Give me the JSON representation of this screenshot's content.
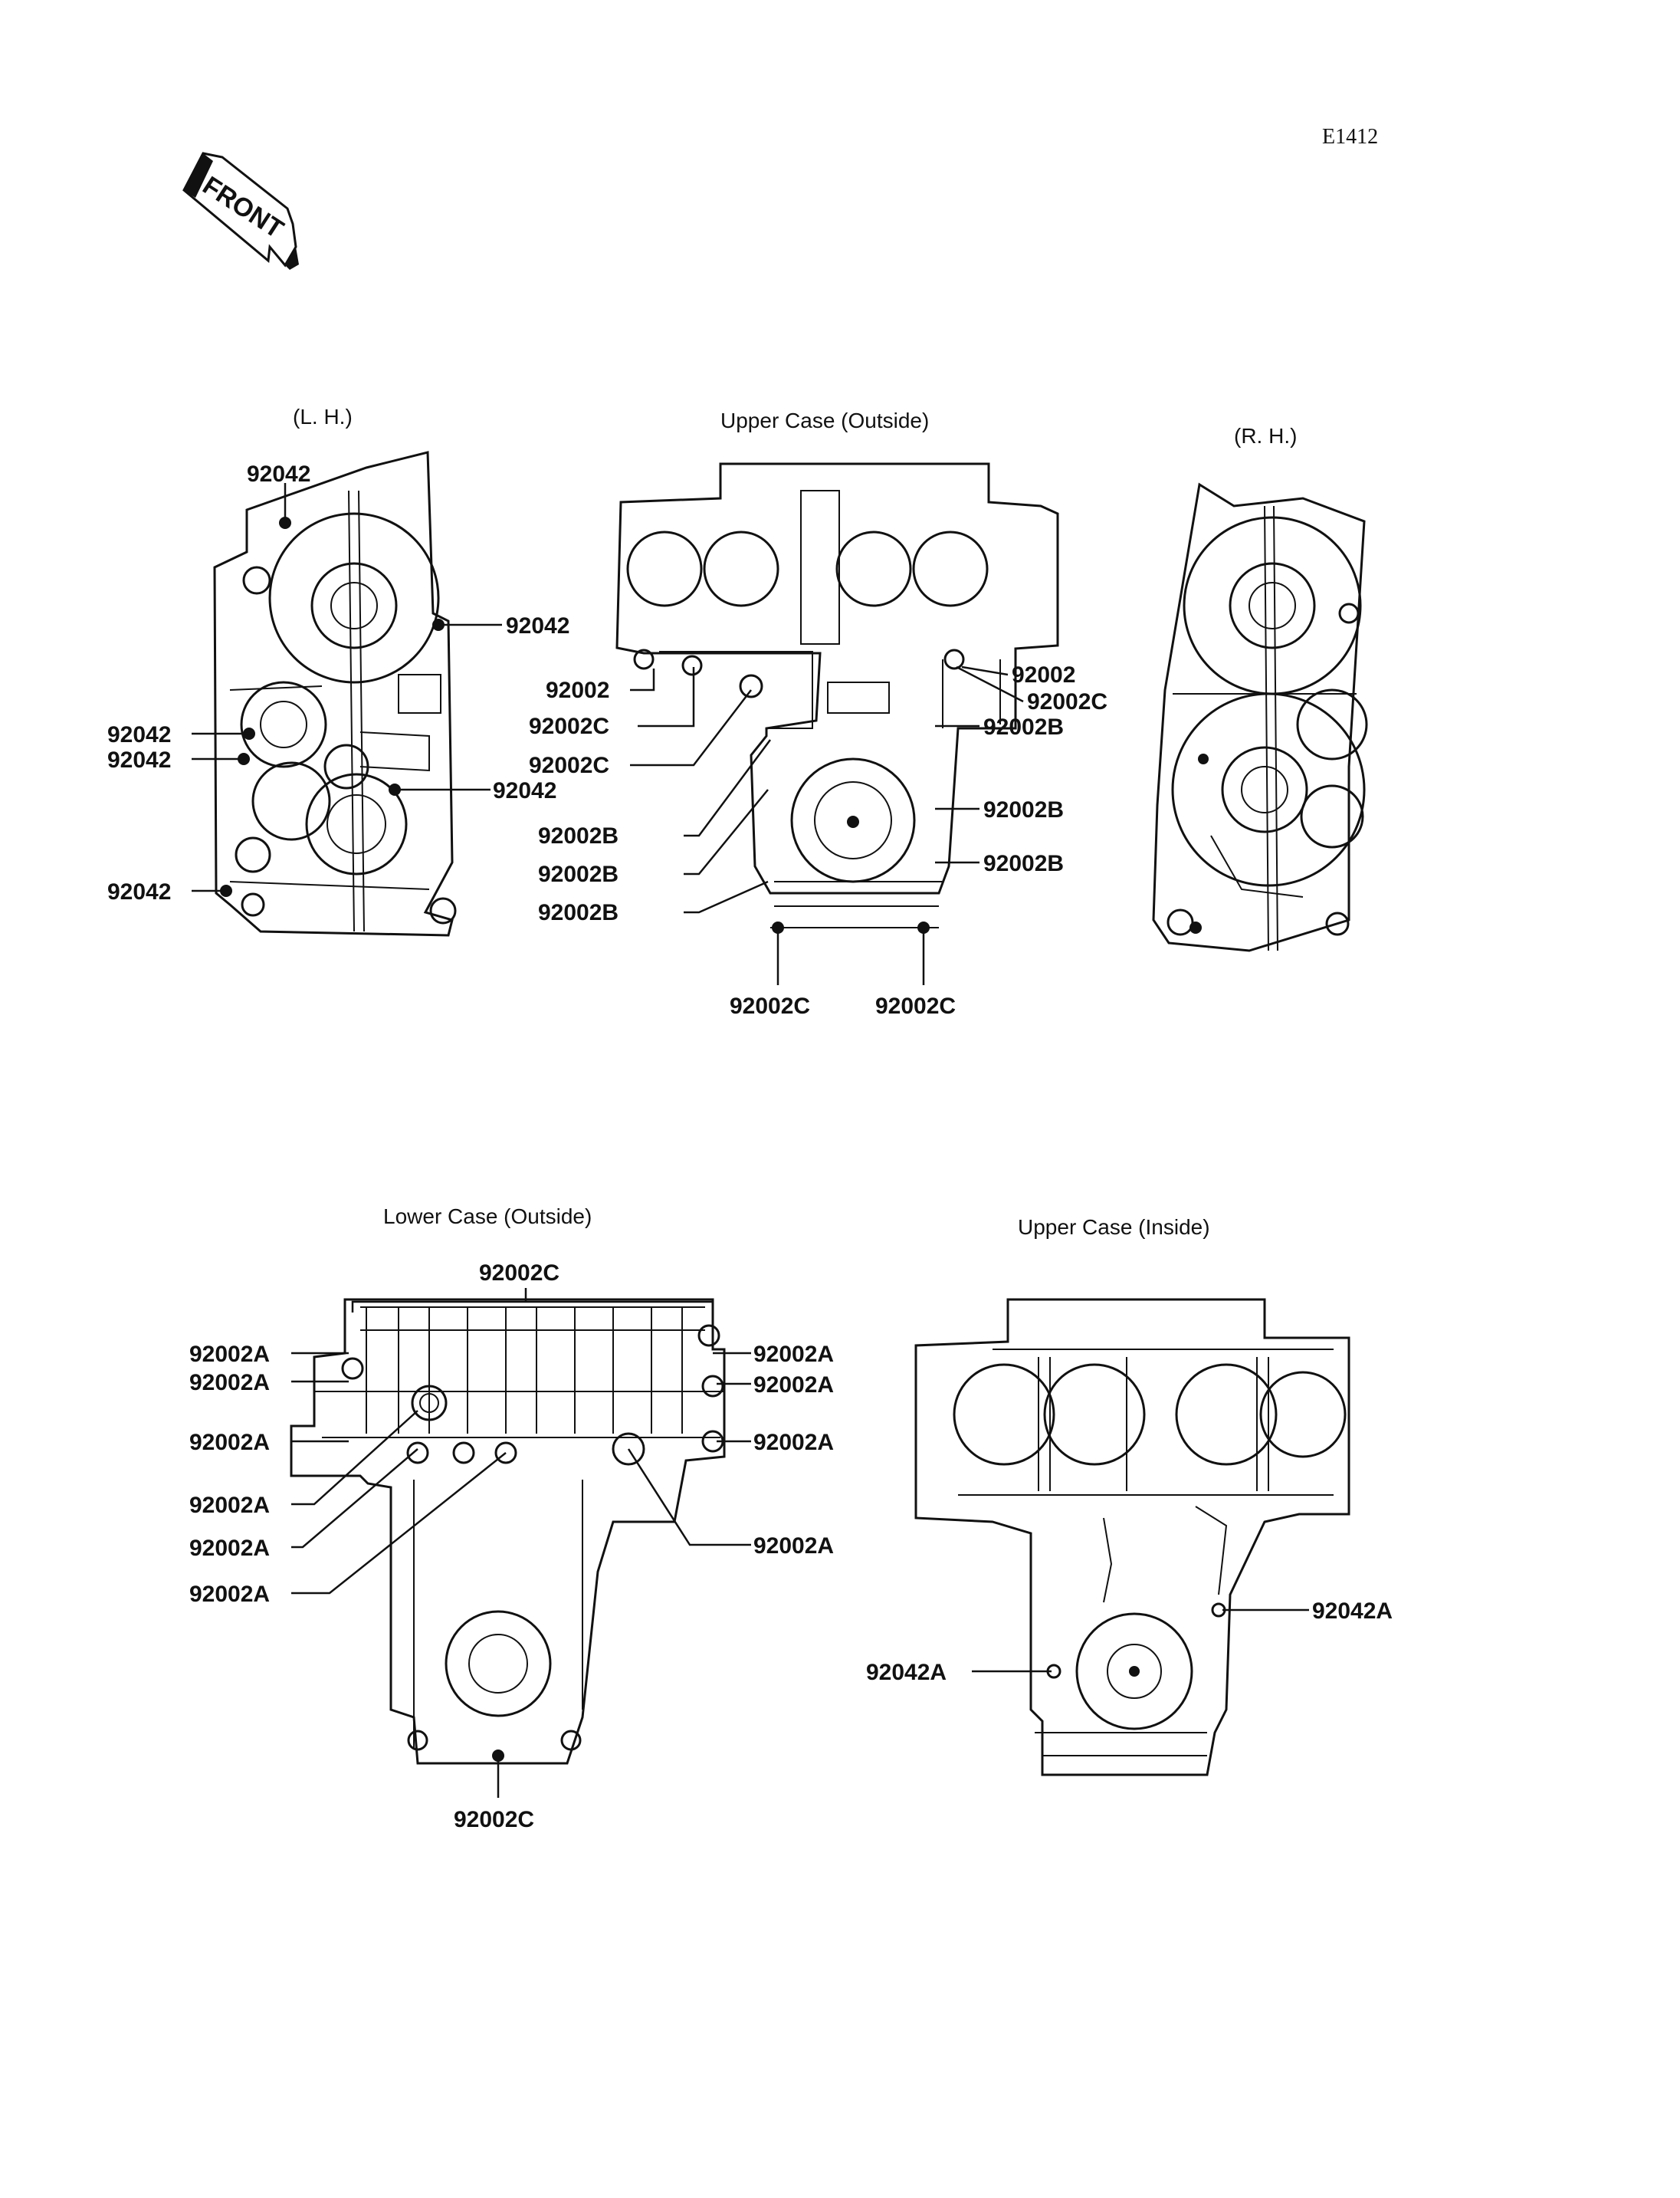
{
  "drawing_code": "E1412",
  "front_marker": "FRONT",
  "views": {
    "left_hand": "(L. H.)",
    "upper_outside": "Upper Case (Outside)",
    "right_hand": "(R. H.)",
    "lower_outside": "Lower Case (Outside)",
    "upper_inside": "Upper Case (Inside)"
  },
  "left_hand_labels": [
    "92042",
    "92042",
    "92042",
    "92042",
    "92042",
    "92042"
  ],
  "upper_outside_labels": [
    "92002",
    "92002C",
    "92002C",
    "92002B",
    "92002B",
    "92002B",
    "92002",
    "92002C",
    "92002B",
    "92002B",
    "92002B",
    "92002C",
    "92002C"
  ],
  "lower_outside_labels": [
    "92002C",
    "92002A",
    "92002A",
    "92002A",
    "92002A",
    "92002A",
    "92002A",
    "92002A",
    "92002A",
    "92002A",
    "92002A",
    "92002C"
  ],
  "upper_inside_labels": [
    "92042A",
    "92042A"
  ]
}
